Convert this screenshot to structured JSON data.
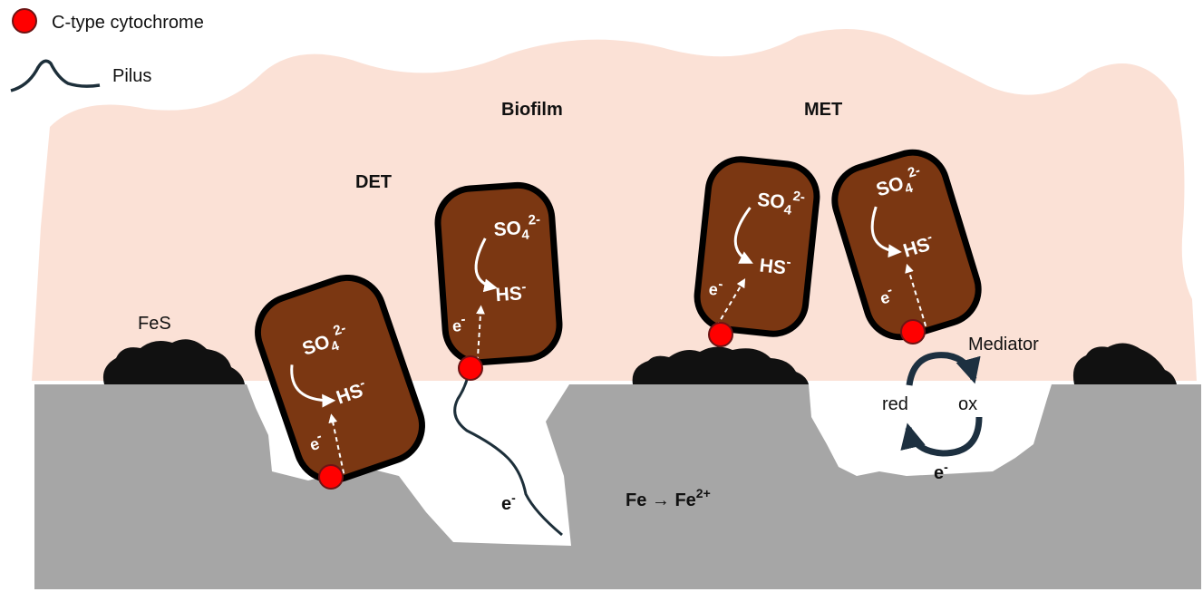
{
  "legend": {
    "cytochrome_label": "C-type cytochrome",
    "pilus_label": "Pilus"
  },
  "labels": {
    "biofilm": "Biofilm",
    "det": "DET",
    "met": "MET",
    "fes": "FeS",
    "mediator": "Mediator",
    "red": "red",
    "ox": "ox",
    "electron": "e",
    "electron_charge": "-",
    "fe_reaction": "Fe → Fe",
    "fe_charge": "2+"
  },
  "cell": {
    "sulfate": "SO",
    "sulfate_sub": "4",
    "sulfate_charge": "2-",
    "sulfide": "HS",
    "sulfide_charge": "-",
    "electron": "e",
    "electron_charge": "-"
  },
  "colors": {
    "biofilm": "#fbe1d6",
    "metal": "#a6a6a6",
    "cell_fill": "#7b3712",
    "cell_outline": "#000000",
    "cytochrome": "#ff0000",
    "pilus": "#1d2f3a",
    "fes": "#000000"
  }
}
